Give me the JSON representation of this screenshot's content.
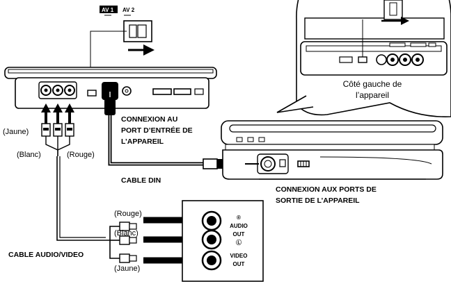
{
  "switch_labels": {
    "av1": "AV 1",
    "av2": "AV 2"
  },
  "connection_in": [
    "CONNEXION AU",
    "PORT D’ENTRÉE DE",
    "L’APPAREIL"
  ],
  "connection_out": [
    "CONNEXION AUX PORTS DE",
    "SORTIE DE L’APPAREIL"
  ],
  "cable_din": "CABLE DIN",
  "cable_av": "CABLE AUDIO/VIDEO",
  "left_side_note": [
    "Côté gauche de",
    "l’appareil"
  ],
  "plug_colors_top": {
    "yellow": "(Jaune)",
    "white": "(Blanc)",
    "red": "(Rouge)"
  },
  "plug_colors_bottom": {
    "red": "(Rouge)",
    "white": "(Blanc)",
    "yellow": "(Jaune)"
  },
  "panel": {
    "r_mark": "®",
    "audio": "AUDIO",
    "audio_out": "OUT",
    "l_mark": "Ⓛ",
    "video": "VIDEO",
    "video_out": "OUT"
  }
}
